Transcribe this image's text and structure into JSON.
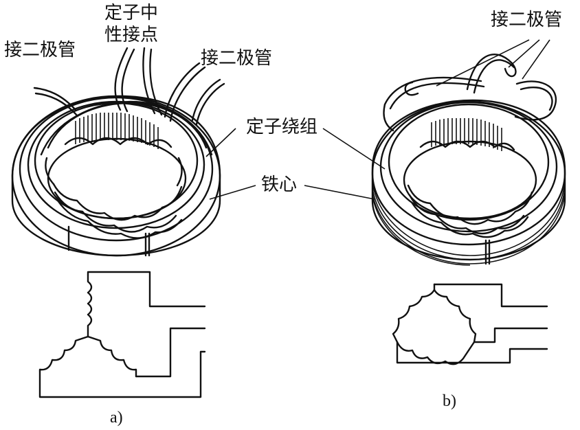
{
  "labels": {
    "stator_neutral_line1": "定子中",
    "stator_neutral_line2": "性接点",
    "to_diode_left": "接二极管",
    "to_diode_mid": "接二极管",
    "to_diode_right": "接二极管",
    "stator_winding": "定子绕组",
    "iron_core": "铁心"
  },
  "captions": {
    "a": "a)",
    "b": "b)"
  },
  "colors": {
    "ink": "#111111",
    "background": "#ffffff"
  }
}
